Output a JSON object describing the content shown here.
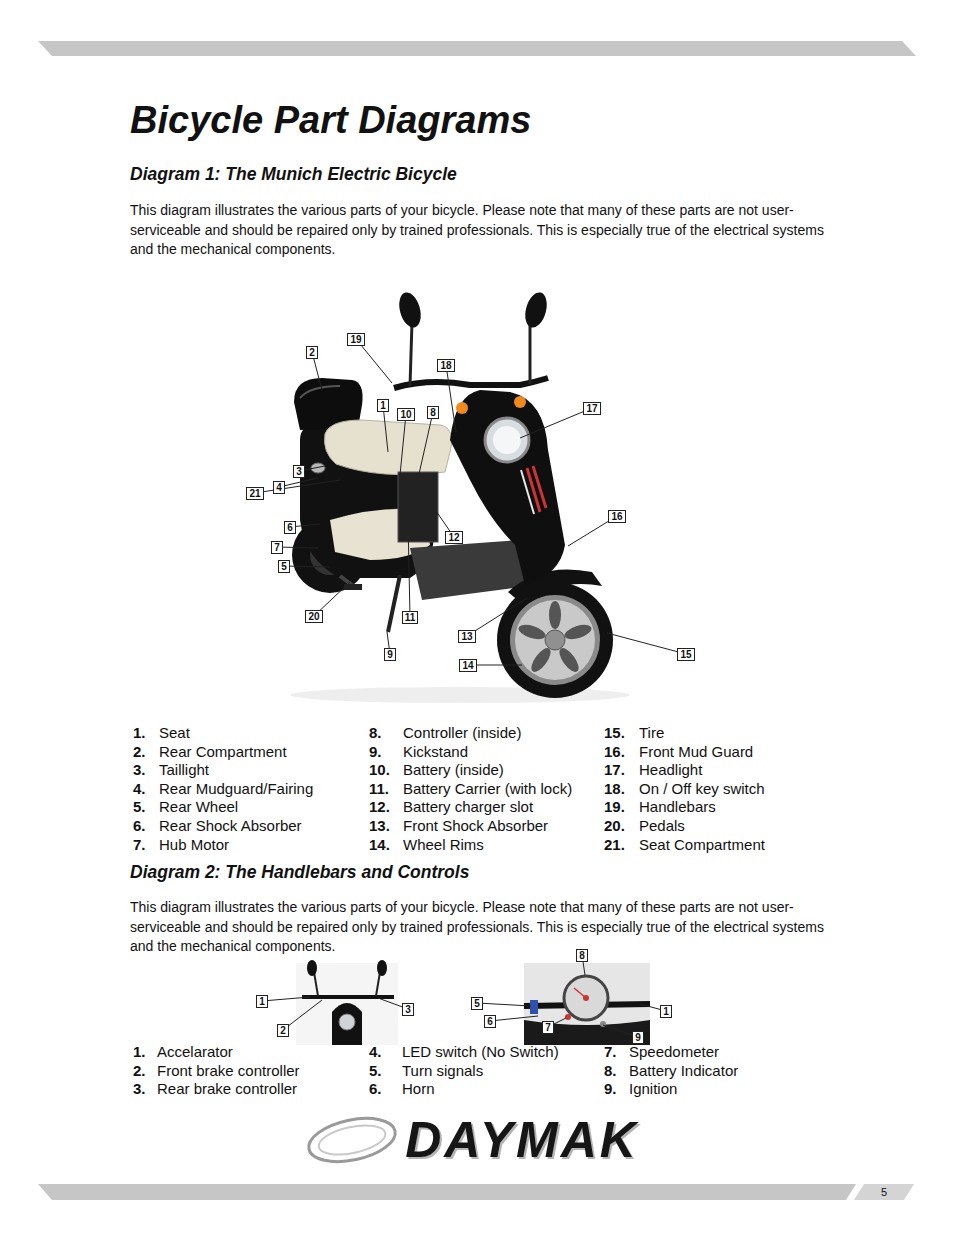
{
  "diagram": {
    "title": "Bicycle Part Diagrams",
    "nodes": [
      {
        "text": [
          "1"
        ]
      },
      {
        "text": [
          "2"
        ]
      },
      {
        "text": [
          "3"
        ]
      },
      {
        "text": [
          "4"
        ]
      },
      {
        "text": [
          "5"
        ]
      },
      {
        "text": [
          "6"
        ]
      },
      {
        "text": [
          "7"
        ]
      },
      {
        "text": [
          "8"
        ]
      },
      {
        "text": [
          "9"
        ]
      },
      {
        "text": [
          "10"
        ]
      },
      {
        "text": [
          "11"
        ]
      },
      {
        "text": [
          "12"
        ]
      },
      {
        "text": [
          "13"
        ]
      },
      {
        "text": [
          "14"
        ]
      },
      {
        "text": [
          "15"
        ]
      },
      {
        "text": [
          "16"
        ]
      },
      {
        "text": [
          "17"
        ]
      },
      {
        "text": [
          "18"
        ]
      },
      {
        "text": [
          "19"
        ]
      },
      {
        "text": [
          "20"
        ]
      },
      {
        "text": [
          "21"
        ]
      },
      {
        "text": [
          "1"
        ]
      },
      {
        "text": [
          "2"
        ]
      },
      {
        "text": [
          "3"
        ]
      },
      {
        "text": [
          "1"
        ]
      },
      {
        "text": [
          "5"
        ]
      },
      {
        "text": [
          "6"
        ]
      },
      {
        "text": [
          "7"
        ]
      },
      {
        "text": [
          "8"
        ]
      },
      {
        "text": [
          "9"
        ]
      }
    ],
    "labels": [
      "Diagram 1: The Munich Electric Bicycle",
      "This diagram illustrates the various parts of your bicycle. Please note that many of these parts are not user-serviceable and should be repaired only by trained professionals. This is especially true of the electrical systems and the mechanical components.",
      "1.",
      "Seat",
      "2.",
      "Rear Compartment",
      "3.",
      "Taillight",
      "4.",
      "Rear Mudguard/Fairing",
      "5.",
      "Rear Wheel",
      "6.",
      "Rear Shock Absorber",
      "7.",
      "Hub Motor",
      "8.",
      "Controller (inside)",
      "9.",
      "Kickstand",
      "10.",
      "Battery (inside)",
      "11.",
      "Battery Carrier (with lock)",
      "12.",
      "Battery charger slot",
      "13.",
      "Front Shock Absorber",
      "14.",
      "Wheel Rims",
      "15.",
      "Tire",
      "16.",
      "Front Mud Guard",
      "17.",
      "Headlight",
      "18.",
      "On / Off key switch",
      "19.",
      "Handlebars",
      "20.",
      "Pedals",
      "21.",
      "Seat Compartment",
      "Diagram 2: The Handlebars and Controls",
      "This diagram illustrates the various parts of your bicycle. Please note that many of these parts are not user-serviceable and should be repaired only by trained professionals. This is especially true of the electrical systems and the mechanical components.",
      "1.",
      "Accelarator",
      "2.",
      "Front brake controller",
      "3.",
      "Rear brake controller",
      "4.",
      "LED switch (No Switch)",
      "5.",
      "Turn signals",
      "6.",
      "Horn",
      "7.",
      "Speedometer",
      "8.",
      "Battery Indicator",
      "9.",
      "Ignition",
      "DAYMAK",
      "5"
    ]
  }
}
